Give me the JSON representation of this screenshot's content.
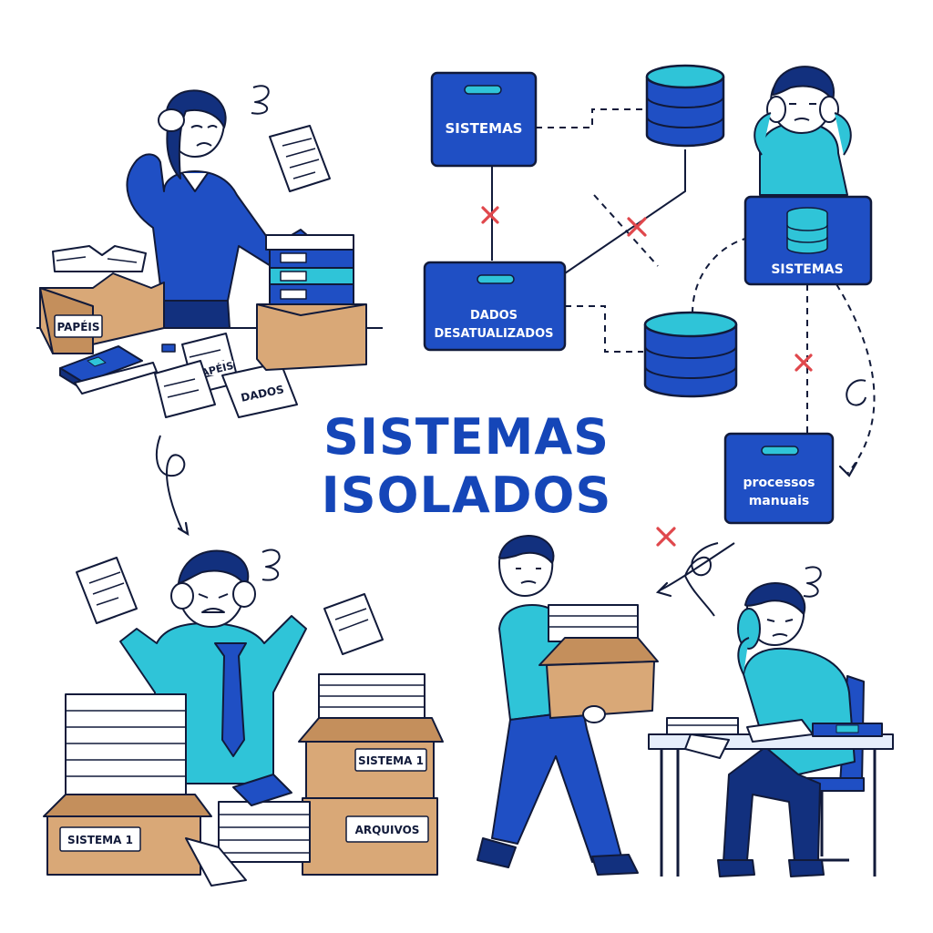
{
  "title": {
    "line1": "SISTEMAS",
    "line2": "ISOLADOS"
  },
  "nodes": {
    "sistemas_top": "SISTEMAS",
    "dados_line1": "DADOS",
    "dados_line2": "DESATUALIZADOS",
    "sistemas_right": "SISTEMAS",
    "processos_line1": "processos",
    "processos_line2": "manuais"
  },
  "labels": {
    "box_papeis": "PAPÉIS",
    "paper_papeis": "DAPÉIS",
    "paper_dados": "DADOS",
    "box_sistema1_top": "SISTEMA 1",
    "box_sistema1_left": "SISTEMA 1",
    "box_arquivos": "ARQUIVOS"
  },
  "colors": {
    "primary": "#1546b8",
    "node_blue": "#1f4fc4",
    "cyan": "#2fc4d8",
    "navy": "#12307e",
    "cardboard": "#d9a877",
    "error_x": "#e0474c",
    "outline": "#111a3a"
  }
}
